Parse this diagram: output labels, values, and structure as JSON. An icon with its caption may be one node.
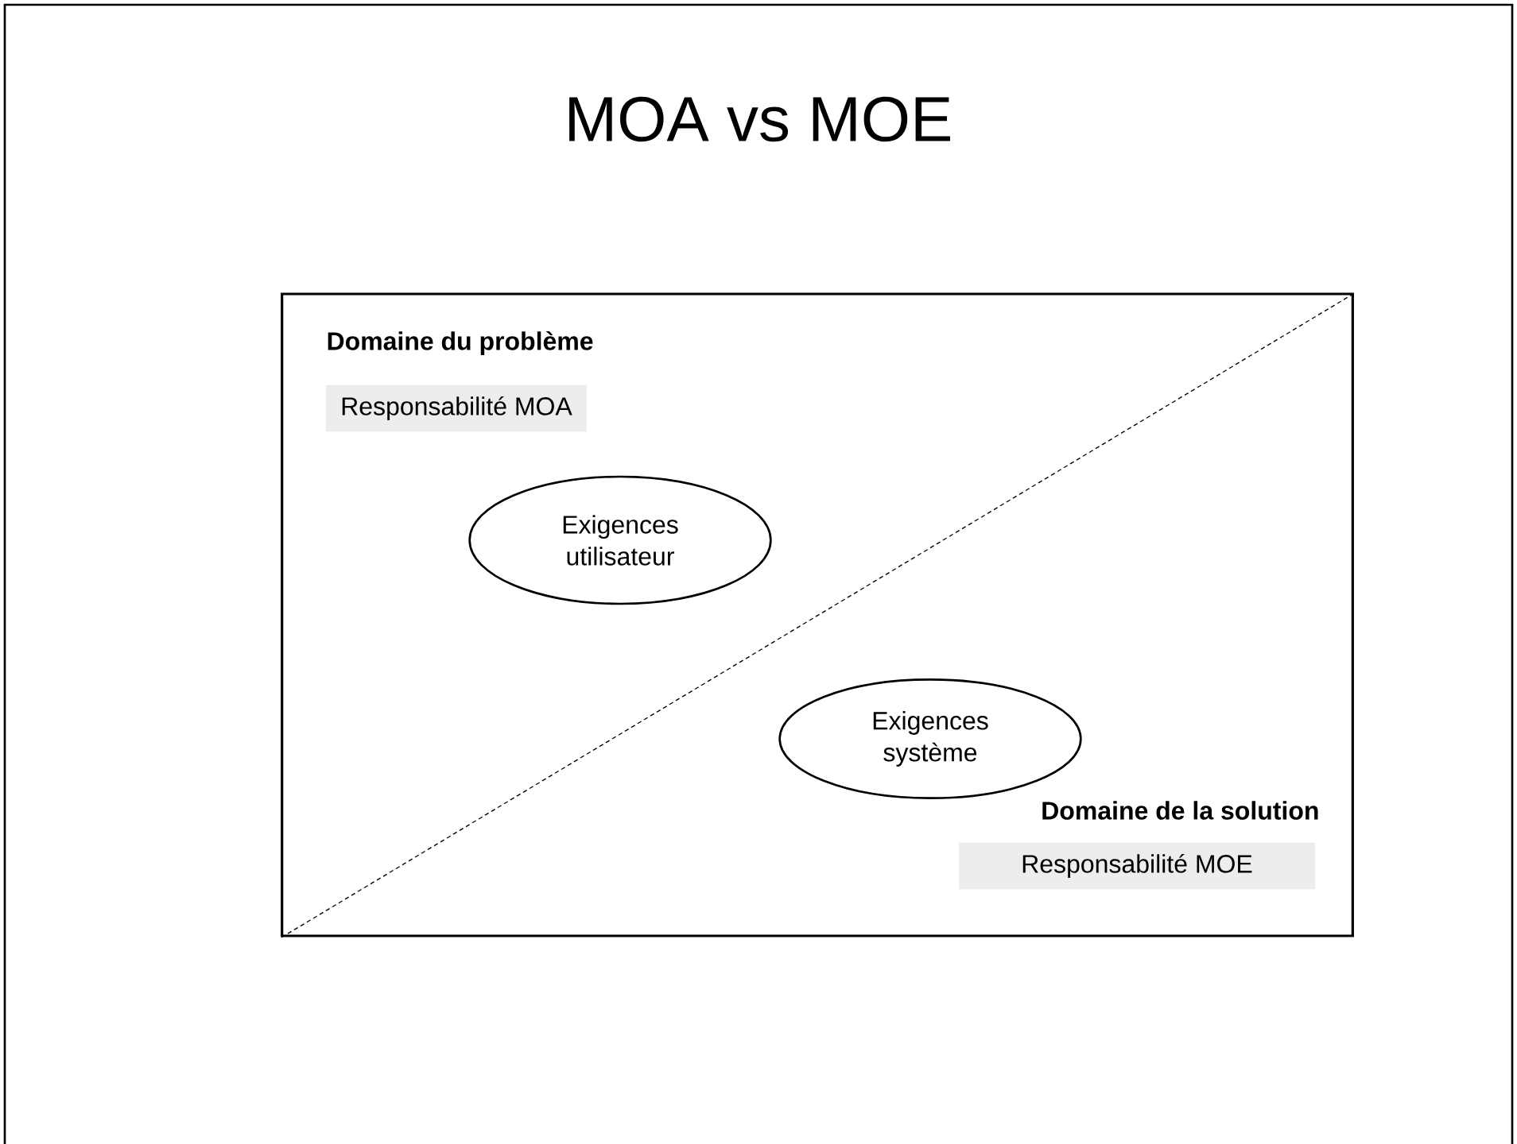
{
  "diagram": {
    "title": "MOA vs MOE",
    "nodes": [
      {
        "text": [],
        "shape": "box"
      },
      {
        "text": [
          "Domaine du problème",
          "Responsabilité MOA"
        ],
        "in": 0
      },
      {
        "text": [
          "Exigences utilisateur"
        ],
        "in": 0
      },
      {
        "text": [
          "Exigences système"
        ],
        "in": 0
      },
      {
        "text": [
          "Domaine de la solution",
          "Responsabilité MOE"
        ],
        "in": 0
      }
    ]
  }
}
